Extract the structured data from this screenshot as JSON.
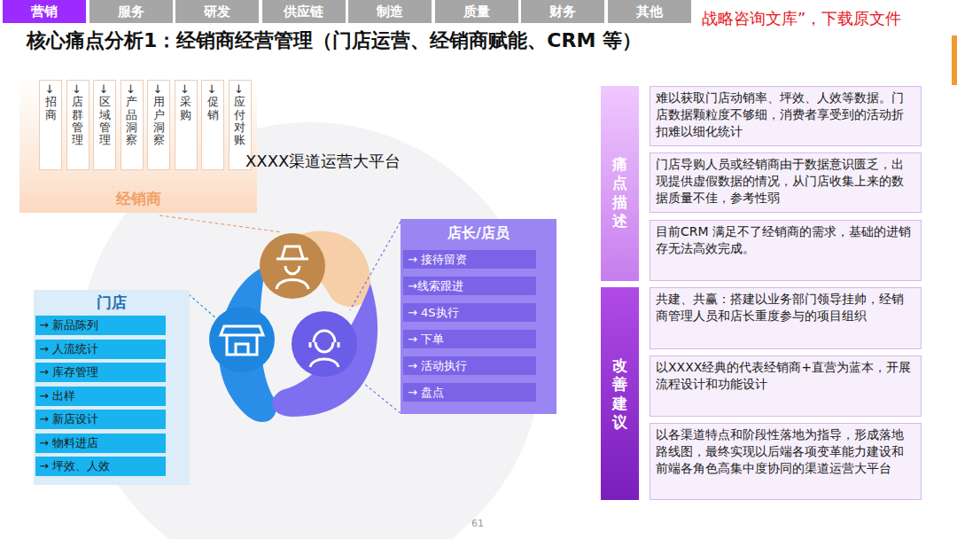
{
  "diagram": {
    "title": "核心痛点分析1：经销商经营管理（门店运营、经销商赋能、CRM 等）",
    "nodes": [
      {
        "text": [
          "营销"
        ]
      },
      {
        "text": [
          "服务"
        ]
      },
      {
        "text": [
          "研发"
        ]
      },
      {
        "text": [
          "供应链"
        ]
      },
      {
        "text": [
          "制造"
        ]
      },
      {
        "text": [
          "质量"
        ]
      },
      {
        "text": [
          "财务"
        ]
      },
      {
        "text": [
          "其他"
        ]
      },
      {
        "text": [
          "经销商"
        ]
      },
      {
        "text": [
          "↓招商"
        ],
        "in": 8
      },
      {
        "text": [
          "↓店群管理"
        ],
        "in": 8
      },
      {
        "text": [
          "↓区域管理"
        ],
        "in": 8
      },
      {
        "text": [
          "↓产品洞察"
        ],
        "in": 8
      },
      {
        "text": [
          "↓用户洞察"
        ],
        "in": 8
      },
      {
        "text": [
          "↓采购"
        ],
        "in": 8
      },
      {
        "text": [
          "↓促销"
        ],
        "in": 8
      },
      {
        "text": [
          "↓应付对账"
        ],
        "in": 8
      },
      {
        "text": [
          "门店"
        ]
      },
      {
        "text": [
          "→ 新品陈列"
        ],
        "in": 17
      },
      {
        "text": [
          "→ 人流统计"
        ],
        "in": 17
      },
      {
        "text": [
          "→ 库存管理"
        ],
        "in": 17
      },
      {
        "text": [
          "→ 出样"
        ],
        "in": 17
      },
      {
        "text": [
          "→ 新店设计"
        ],
        "in": 17
      },
      {
        "text": [
          "→ 物料进店"
        ],
        "in": 17
      },
      {
        "text": [
          "→ 坪效、人效"
        ],
        "in": 17
      },
      {
        "text": [
          "店长/店员"
        ]
      },
      {
        "text": [
          "→ 接待留资"
        ],
        "in": 25
      },
      {
        "text": [
          "→线索跟进"
        ],
        "in": 25
      },
      {
        "text": [
          "→ 4S执行"
        ],
        "in": 25
      },
      {
        "text": [
          "→ 下单"
        ],
        "in": 25
      },
      {
        "text": [
          "→ 活动执行"
        ],
        "in": 25
      },
      {
        "text": [
          "→ 盘点"
        ],
        "in": 25
      },
      {
        "text": [
          "痛点描述"
        ]
      },
      {
        "text": [
          "难以获取门店动销率、坪效、人效等数据。门店数据颗粒度不够细，消费者享受到的活动折扣难以细化统计"
        ]
      },
      {
        "text": [
          "门店导购人员或经销商由于数据意识匮乏，出现提供虚假数据的情况，从门店收集上来的数据质量不佳，参考性弱"
        ]
      },
      {
        "text": [
          "目前CRM 满足不了经销商的需求，基础的进销存无法高效完成。"
        ]
      },
      {
        "text": [
          "改善建议"
        ]
      },
      {
        "text": [
          "共建、共赢：搭建以业务部门领导挂帅，经销商管理人员和店长重度参与的项目组织"
        ]
      },
      {
        "text": [
          "以XXXX经典的代表经销商+直营为蓝本，开展流程设计和功能设计"
        ]
      },
      {
        "text": [
          "以各渠道特点和阶段性落地为指导，形成落地路线图，最终实现以后端各项变革能力建设和前端各角色高集中度协同的渠道运营大平台"
        ]
      }
    ],
    "labels": [
      "战略咨询文库”，下载原文件",
      "XXXX渠道运营大平台",
      "61"
    ]
  }
}
